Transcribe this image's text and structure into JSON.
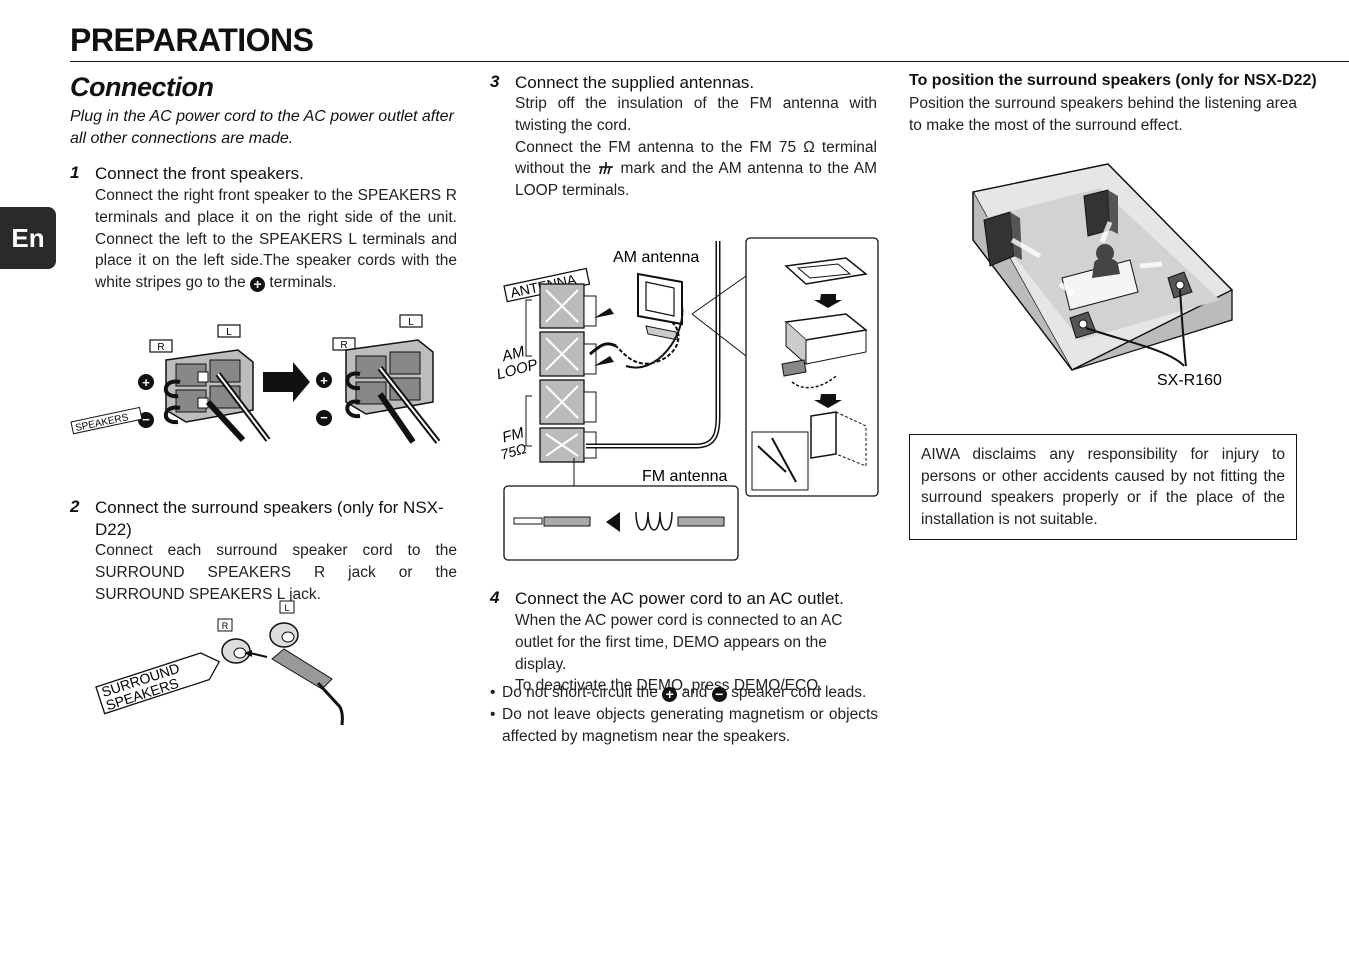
{
  "page": {
    "title": "PREPARATIONS",
    "language_tab": "En"
  },
  "connection": {
    "title": "Connection",
    "intro": "Plug in the AC power cord to the AC power outlet after all other connections are made."
  },
  "steps": [
    {
      "num": "1",
      "title": "Connect the front speakers.",
      "body_before": "Connect the right front speaker to the SPEAKERS R terminals and place it on the right side of the unit. Connect the left to the SPEAKERS L terminals and place it on the left side.The speaker cords with the white stripes go to the",
      "body_after": "terminals."
    },
    {
      "num": "2",
      "title": "Connect the surround speakers (only for NSX-D22)",
      "body": "Connect each surround speaker cord to the SURROUND SPEAKERS R jack or the SURROUND SPEAKERS L jack."
    },
    {
      "num": "3",
      "title": "Connect the supplied antennas.",
      "body_1": "Strip off the insulation of the FM antenna with twisting the cord.",
      "body_2_before": "Connect the FM antenna to the FM 75 Ω terminal without the",
      "body_2_after": "mark and the AM antenna to the AM LOOP terminals."
    },
    {
      "num": "4",
      "title": "Connect the AC power cord to an AC outlet.",
      "body_1": "When the AC power cord is connected to an AC outlet for the first time, DEMO appears on the display.",
      "body_2": "To deactivate the DEMO, press DEMO/ECO."
    }
  ],
  "bullets": {
    "b1_before": "Do not short-circuit the",
    "b1_mid": "and",
    "b1_after": "speaker cord leads.",
    "b2": "Do not leave objects generating magnetism or objects affected by magnetism near the speakers."
  },
  "surround_position": {
    "heading": "To position the surround speakers (only for NSX-D22)",
    "body": "Position the surround speakers behind the listening area to make the most of the surround effect."
  },
  "notice": "AIWA disclaims any responsibility for injury to persons or other accidents caused by not fitting the surround speakers properly or if the place of the installation is not suitable.",
  "figures": {
    "front_speakers": {
      "label_r": "R",
      "label_l": "L",
      "label_speakers": "SPEAKERS",
      "plus": "+",
      "minus": "−"
    },
    "surround": {
      "label_r": "R",
      "label_l": "L",
      "label_surround": "SURROUND",
      "label_speakers": "SPEAKERS"
    },
    "antenna": {
      "label_antenna": "ANTENNA",
      "label_am": "AM",
      "label_loop": "LOOP",
      "label_fm": "FM",
      "label_75": "75Ω",
      "am_antenna": "AM antenna",
      "fm_antenna": "FM antenna"
    },
    "room": {
      "model": "SX-R160"
    }
  }
}
